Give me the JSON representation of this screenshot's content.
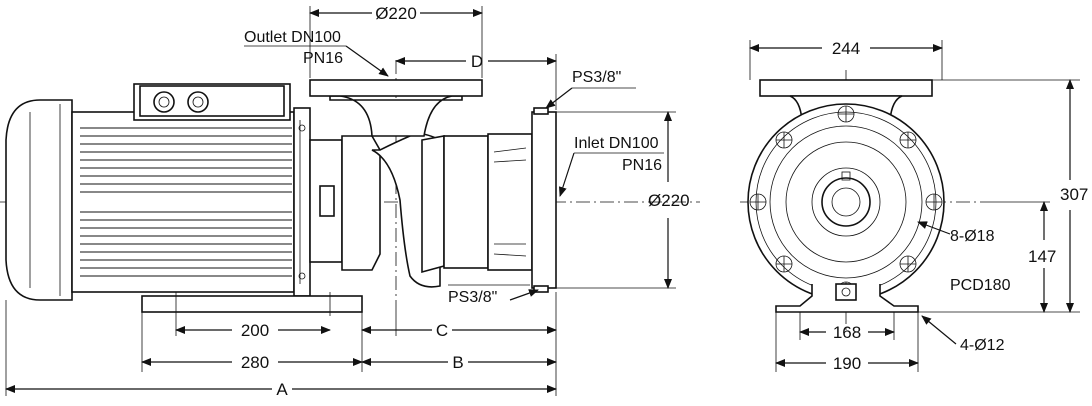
{
  "side_view": {
    "outlet_label": "Outlet DN100",
    "outlet_pn": "PN16",
    "inlet_label": "Inlet DN100",
    "inlet_pn": "PN16",
    "ps_top": "PS3/8\"",
    "ps_bottom": "PS3/8\"",
    "dim_top_diameter": "Ø220",
    "dim_d": "D",
    "dim_inlet_diameter": "Ø220",
    "dim_200": "200",
    "dim_c": "C",
    "dim_280": "280",
    "dim_b": "B",
    "dim_a": "A"
  },
  "front_view": {
    "dim_244": "244",
    "dim_307": "307",
    "dim_147": "147",
    "holes_label": "8-Ø18",
    "pcd_label": "PCD180",
    "dim_168": "168",
    "foot_holes_label": "4-Ø12",
    "dim_190": "190"
  }
}
